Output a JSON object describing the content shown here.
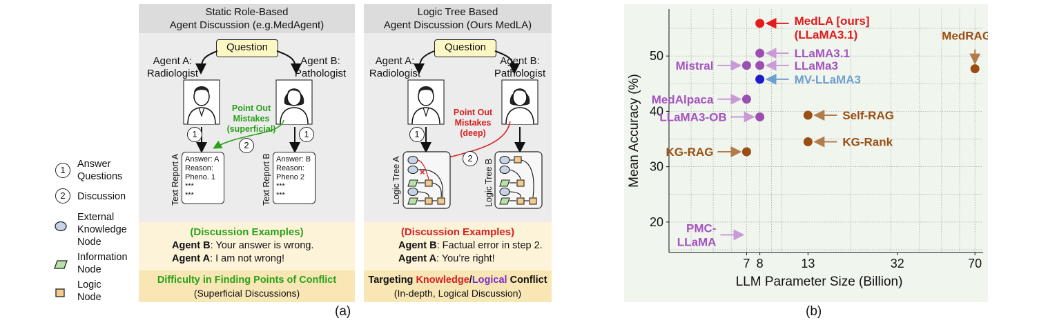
{
  "legend": {
    "answer_label": "Answer\nQuestions",
    "discussion_label": "Discussion",
    "external_label": "External\nKnowledge\nNode",
    "information_label": "Information\nNode",
    "logic_label": "Logic\nNode",
    "num1": "1",
    "num2": "2"
  },
  "left_panel": {
    "title_line1": "Static Role-Based",
    "title_line2": "Agent Discussion (e.g.MedAgent)",
    "question": "Question",
    "agent_a": "Agent A:\nRadiologist",
    "agent_b": "Agent B:\nPathologist",
    "point_out": "Point Out\nMistakes\n(superficial)",
    "report_a_label": "Text Report A",
    "report_b_label": "Text Report B",
    "report_a": "Answer: A\nReason:\nPheno. 1\n***\n***",
    "report_b": "Answer: B\nReason:\nPheno 2\n***\n***",
    "examples_title": "(Discussion Examples)",
    "agent_b_name": "Agent B",
    "agent_b_text": ": Your answer is wrong.",
    "agent_a_name": "Agent A",
    "agent_a_text": ": I am not wrong!",
    "conflict_title": "Difficulty in Finding Points of Conflict",
    "conflict_sub": "(Superficial Discussions)"
  },
  "right_panel": {
    "title_line1": "Logic Tree Based",
    "title_line2": "Agent Discussion (Ours MedLA)",
    "question": "Question",
    "agent_a": "Agent A:\nRadiologist",
    "agent_b": "Agent B:\nPathologist",
    "point_out": "Point Out\nMistakes\n(deep)",
    "tree_a_label": "Logic Tree A",
    "tree_b_label": "Logic Tree B",
    "examples_title": "(Discussion Examples)",
    "agent_b_name": "Agent B",
    "agent_b_text": ": Factual error in step 2.",
    "agent_a_name": "Agent A",
    "agent_a_text": ": You’re right!",
    "conflict_prefix": "Targeting ",
    "conflict_knowledge": "Knowledge",
    "conflict_slash": "/",
    "conflict_logical": "Logical",
    "conflict_suffix": " Conflict",
    "conflict_sub": "(In-depth, Logical Discussion)"
  },
  "captions": {
    "a": "(a)",
    "b": "(b)"
  },
  "colors": {
    "ours": "#e41a1c",
    "llama_family": "#9b4fb0",
    "mv": "#1d1ccc",
    "mv_label": "#6f9fcf",
    "other": "#9c4e12",
    "green": "#2aa11a",
    "red": "#d62020"
  },
  "chart_data": {
    "type": "scatter",
    "xlabel": "LLM Parameter Size (Billion)",
    "ylabel": "Mean Accuracy (%)",
    "x_scale": "log",
    "x_ticks": [
      7,
      8,
      13,
      32,
      70
    ],
    "y_ticks": [
      20,
      30,
      40,
      50
    ],
    "xlim": [
      3.2,
      76
    ],
    "ylim": [
      14.5,
      58.5
    ],
    "grid": true,
    "points": [
      {
        "name": "MedLA [ours]\n(LLaMA3.1)",
        "x": 8,
        "y": 55.9,
        "group": "ours",
        "label_pos": "right"
      },
      {
        "name": "LLaMA3.1",
        "x": 8,
        "y": 50.5,
        "group": "llama",
        "label_pos": "right"
      },
      {
        "name": "LLaMa3",
        "x": 8,
        "y": 48.3,
        "group": "llama",
        "label_pos": "right"
      },
      {
        "name": "Mistral",
        "x": 7,
        "y": 48.3,
        "group": "llama",
        "label_pos": "left"
      },
      {
        "name": "MV-LLaMA3",
        "x": 8,
        "y": 45.8,
        "group": "mv",
        "label_pos": "right"
      },
      {
        "name": "MedAlpaca",
        "x": 7,
        "y": 42.2,
        "group": "llama",
        "label_pos": "left"
      },
      {
        "name": "LLaMA3-OB",
        "x": 8,
        "y": 39.0,
        "group": "llama",
        "label_pos": "left"
      },
      {
        "name": "Self-RAG",
        "x": 13,
        "y": 39.3,
        "group": "other",
        "label_pos": "right"
      },
      {
        "name": "KG-Rank",
        "x": 13,
        "y": 34.5,
        "group": "other",
        "label_pos": "right"
      },
      {
        "name": "KG-RAG",
        "x": 7,
        "y": 32.7,
        "group": "other",
        "label_pos": "left"
      },
      {
        "name": "MedRAG",
        "x": 70,
        "y": 47.7,
        "group": "other",
        "label_pos": "top"
      },
      {
        "name": "PMC-\nLLaMA",
        "x": null,
        "y": 17.7,
        "group": "llama",
        "label_pos": "left"
      }
    ]
  }
}
